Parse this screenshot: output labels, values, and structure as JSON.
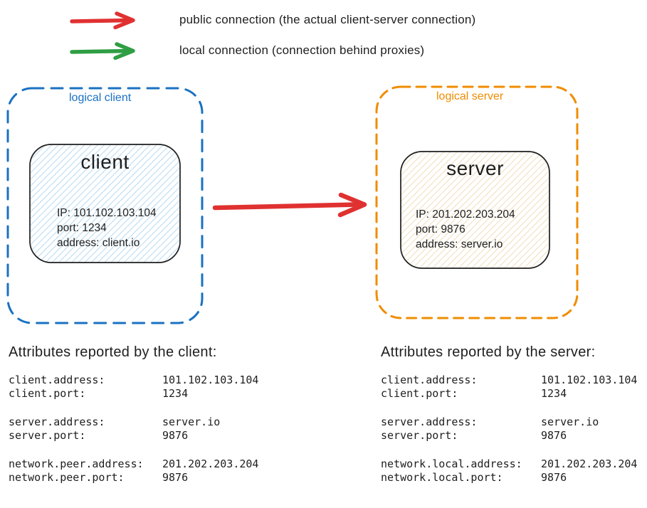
{
  "colors": {
    "public_connection": "#e03131",
    "local_connection": "#2f9e44",
    "logical_client_border": "#1971c2",
    "logical_server_border": "#f08c00",
    "client_hatch": "#bcdcf3",
    "server_hatch": "#f2dfc0",
    "ink": "#1e1e1e"
  },
  "legend": {
    "items": [
      {
        "icon": "arrow-right-icon",
        "color": "#e03131",
        "label": "public connection (the actual client-server connection)"
      },
      {
        "icon": "arrow-right-icon",
        "color": "#2f9e44",
        "label": "local connection (connection behind proxies)"
      }
    ]
  },
  "diagram": {
    "logical_client": {
      "label": "logical client",
      "border_color": "#1971c2",
      "node": {
        "title": "client",
        "hatch_color": "#bcdcf3",
        "lines": [
          "IP: 101.102.103.104",
          "port: 1234",
          "address: client.io"
        ]
      }
    },
    "logical_server": {
      "label": "logical server",
      "border_color": "#f08c00",
      "node": {
        "title": "server",
        "hatch_color": "#f2dfc0",
        "lines": [
          "IP: 201.202.203.204",
          "port: 9876",
          "address: server.io"
        ]
      }
    },
    "public_connection_arrow": {
      "color": "#e03131"
    }
  },
  "panels": [
    {
      "title": "Attributes reported by the client:",
      "groups": [
        {
          "rows": [
            {
              "label": "client.address:",
              "value": "101.102.103.104"
            },
            {
              "label": "client.port:",
              "value": "1234"
            }
          ]
        },
        {
          "rows": [
            {
              "label": "server.address:",
              "value": "server.io"
            },
            {
              "label": "server.port:",
              "value": "9876"
            }
          ]
        },
        {
          "rows": [
            {
              "label": "network.peer.address:",
              "value": "201.202.203.204"
            },
            {
              "label": "network.peer.port:",
              "value": "9876"
            }
          ]
        }
      ]
    },
    {
      "title": "Attributes reported by the server:",
      "groups": [
        {
          "rows": [
            {
              "label": "client.address:",
              "value": "101.102.103.104"
            },
            {
              "label": "client.port:",
              "value": "1234"
            }
          ]
        },
        {
          "rows": [
            {
              "label": "server.address:",
              "value": "server.io"
            },
            {
              "label": "server.port:",
              "value": "9876"
            }
          ]
        },
        {
          "rows": [
            {
              "label": "network.local.address:",
              "value": "201.202.203.204"
            },
            {
              "label": "network.local.port:",
              "value": "9876"
            }
          ]
        }
      ]
    }
  ]
}
